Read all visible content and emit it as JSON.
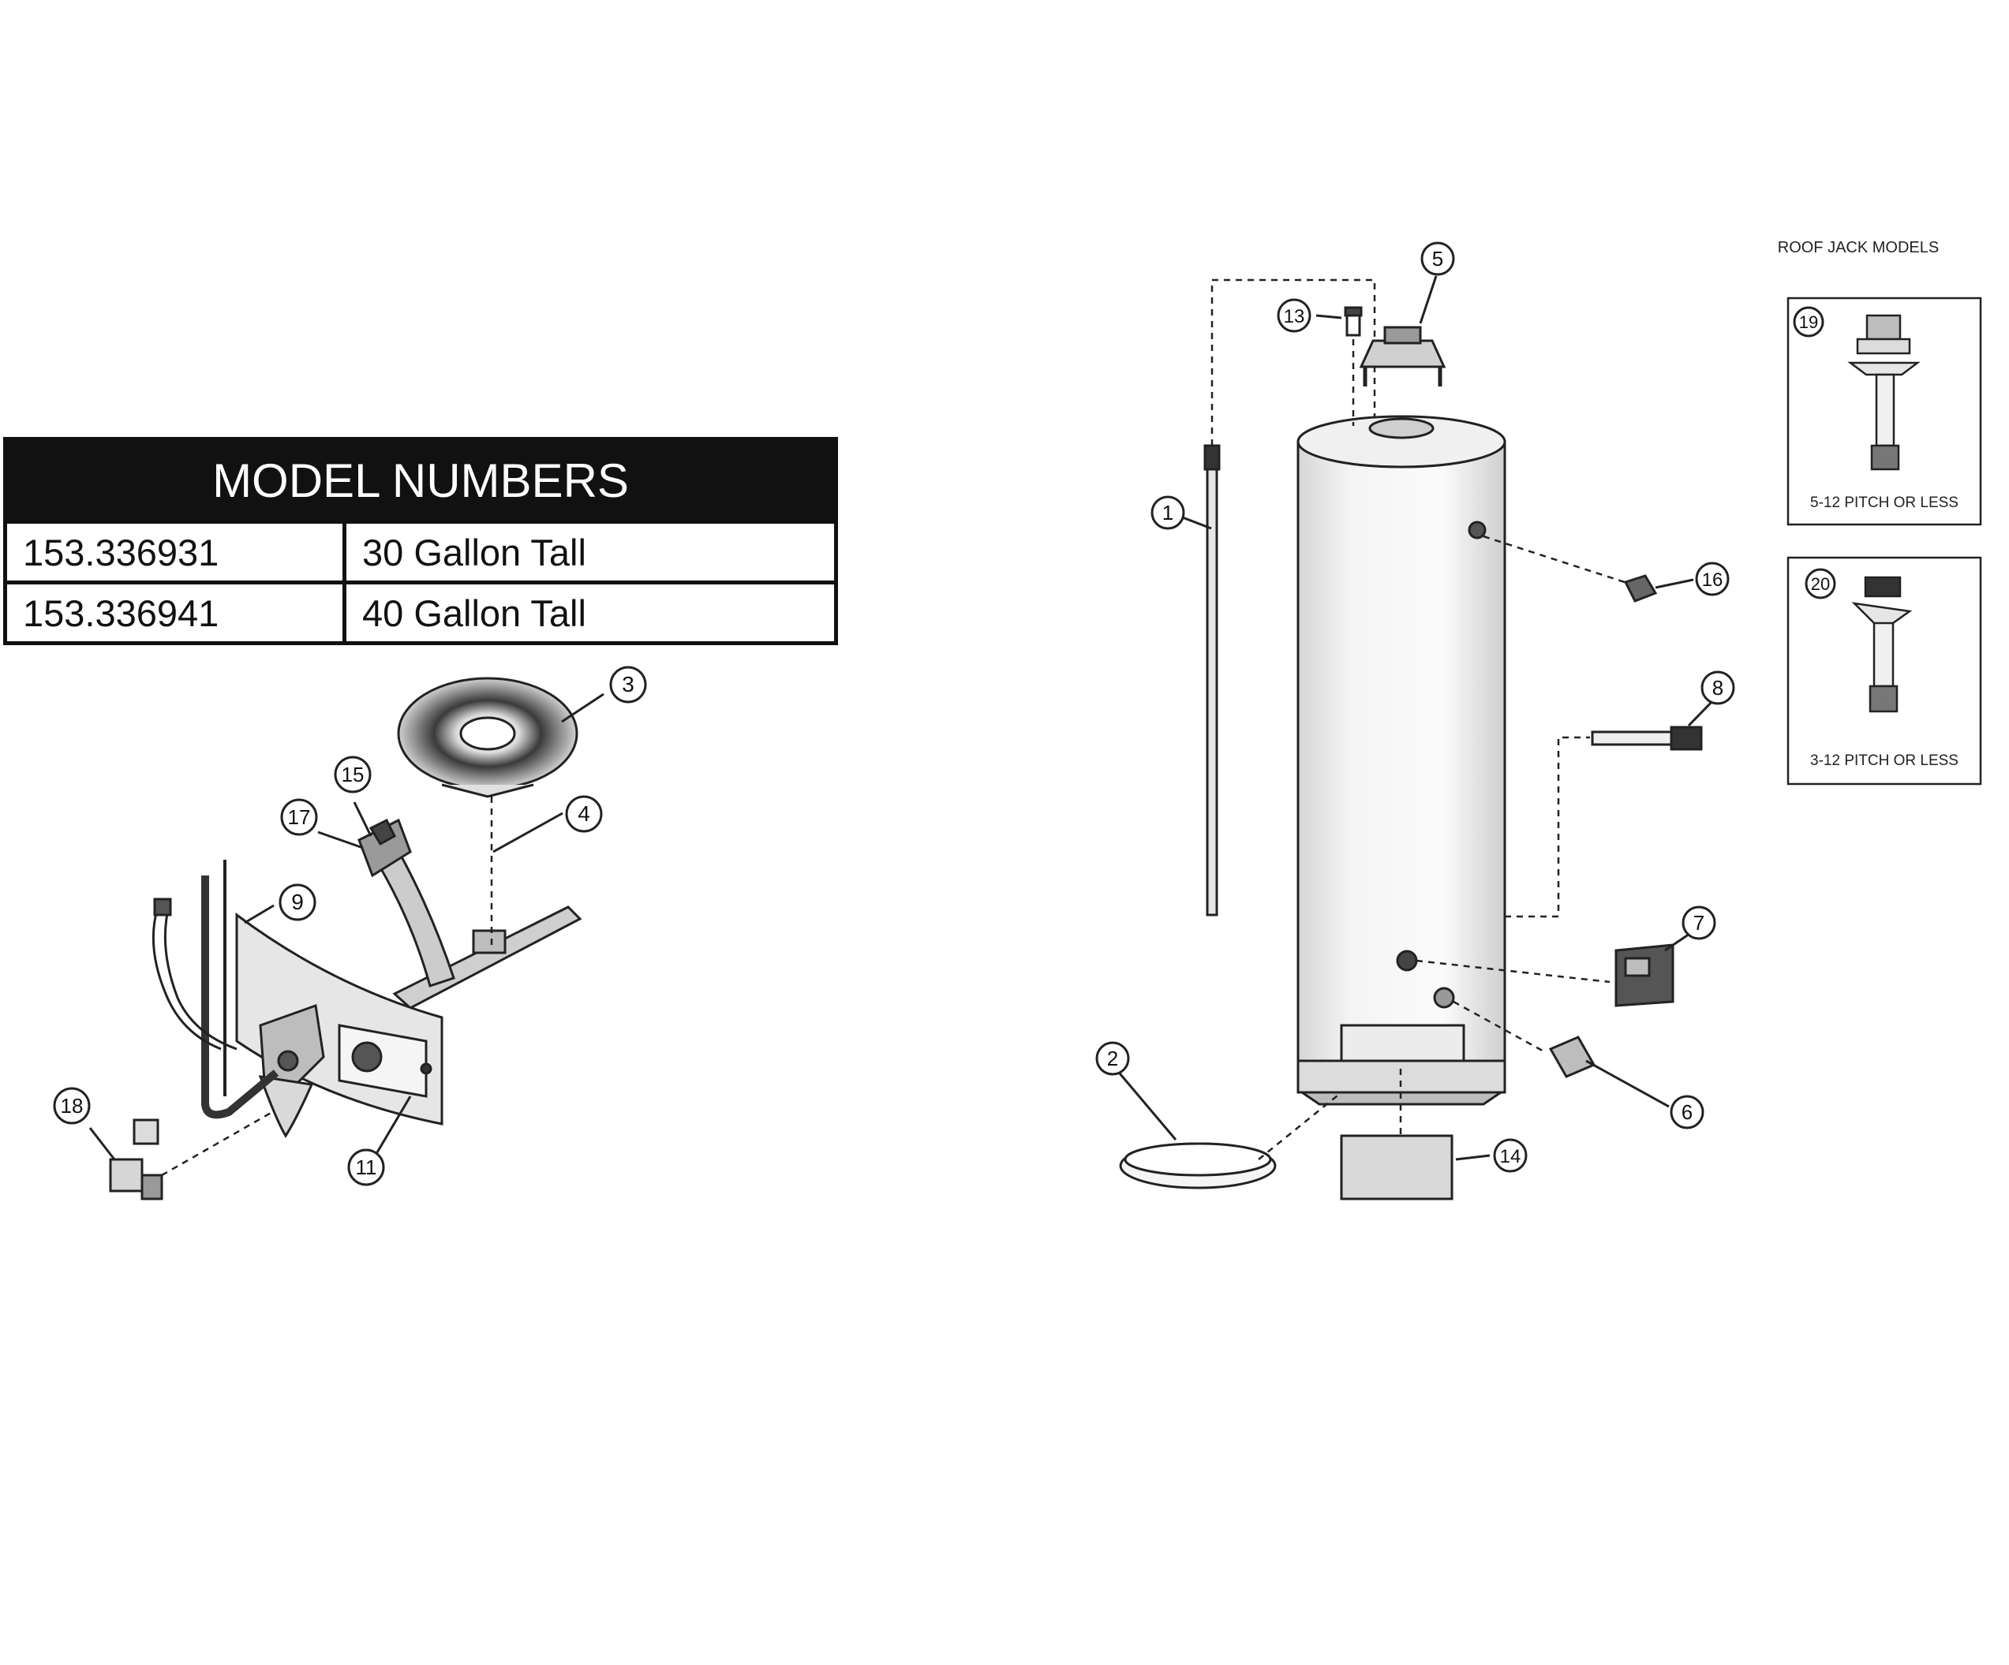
{
  "model_table": {
    "header": "MODEL NUMBERS",
    "rows": [
      {
        "model": "153.336931",
        "description": "30 Gallon Tall"
      },
      {
        "model": "153.336941",
        "description": "40 Gallon Tall"
      }
    ]
  },
  "roof_jack": {
    "title": "ROOF JACK MODELS",
    "panel_19": {
      "number": "19",
      "caption": "5-12 PITCH OR LESS"
    },
    "panel_20": {
      "number": "20",
      "caption": "3-12 PITCH OR LESS"
    }
  },
  "callouts": {
    "c1": "1",
    "c2": "2",
    "c3": "3",
    "c4": "4",
    "c5": "5",
    "c6": "6",
    "c7": "7",
    "c8": "8",
    "c9": "9",
    "c11": "11",
    "c13": "13",
    "c14": "14",
    "c15": "15",
    "c16": "16",
    "c17": "17",
    "c18": "18"
  }
}
